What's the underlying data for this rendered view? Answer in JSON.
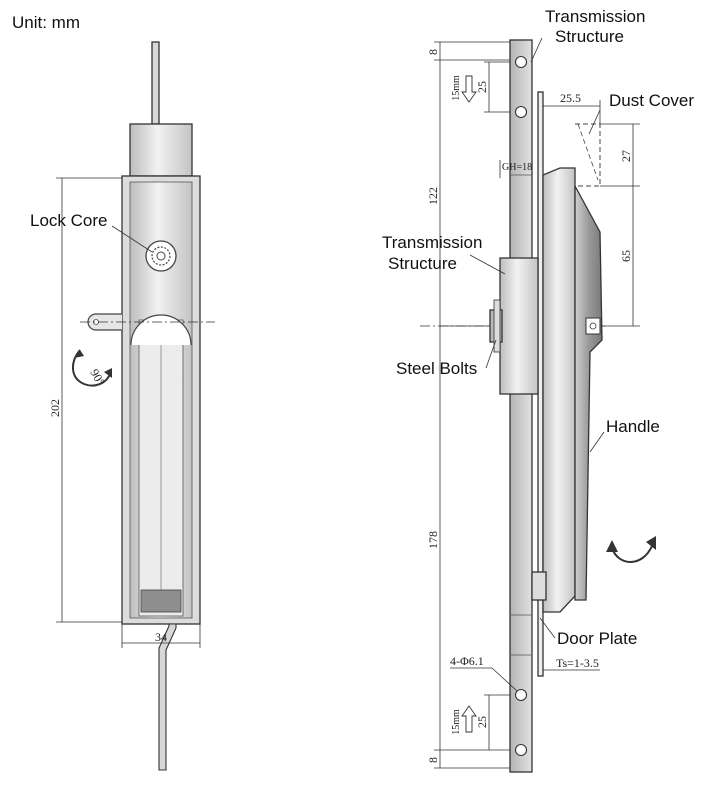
{
  "unit_label": "Unit: mm",
  "left_view": {
    "callouts": {
      "lock_core": "Lock Core"
    },
    "dims": {
      "height": "202",
      "width": "34",
      "rotation": "90°"
    }
  },
  "right_view": {
    "callouts": {
      "transmission_top": [
        "Transmission",
        "Structure"
      ],
      "transmission_mid": [
        "Transmission",
        "Structure"
      ],
      "dust_cover": "Dust Cover",
      "steel_bolts": "Steel Bolts",
      "handle": "Handle",
      "door_plate": "Door Plate"
    },
    "dims": {
      "top_8": "8",
      "top_25": "25",
      "top_15mm": "15mm",
      "d_122": "122",
      "gh": "GH=18",
      "d_25_5": "25.5",
      "d_27": "27",
      "d_65": "65",
      "d_178": "178",
      "holes": "4-Φ6.1",
      "ts": "Ts=1-3.5",
      "bot_25": "25",
      "bot_15mm": "15mm",
      "bot_8": "8"
    }
  },
  "colors": {
    "line": "#333333",
    "metal_light": "#e4e4e4",
    "metal_mid": "#c8c8c8",
    "metal_dark": "#8c8c8c",
    "text": "#111111"
  }
}
